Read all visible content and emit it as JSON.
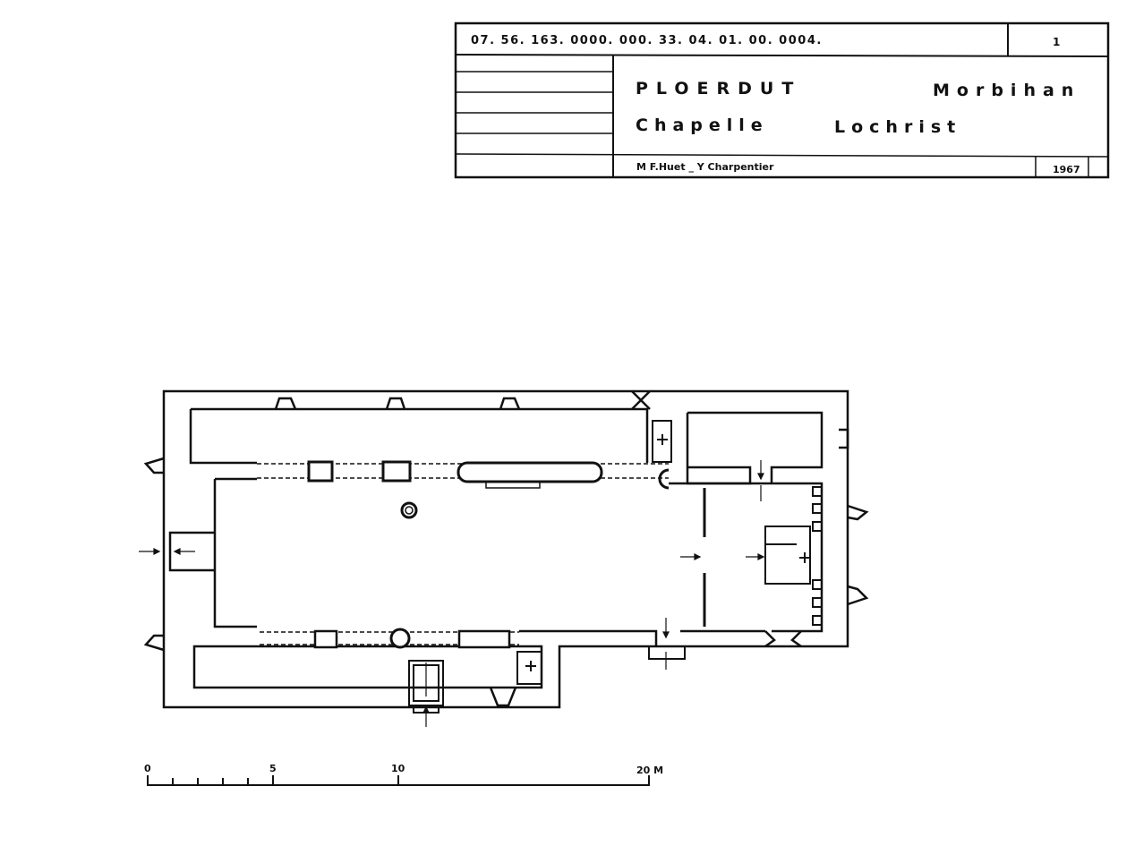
{
  "title_block": {
    "reference_code": "07. 56. 163. 0000. 000. 33. 04. 01. 00. 0004.",
    "sheet_number": "1",
    "commune": "PLOERDUT",
    "department": "Morbihan",
    "building_type": "Chapelle",
    "building_name": "Lochrist",
    "authors": "M F.Huet _ Y Charpentier",
    "year": "1967"
  },
  "scale_bar": {
    "labels": [
      "0",
      "5",
      "10",
      "20 M"
    ],
    "max_meters": 20
  }
}
